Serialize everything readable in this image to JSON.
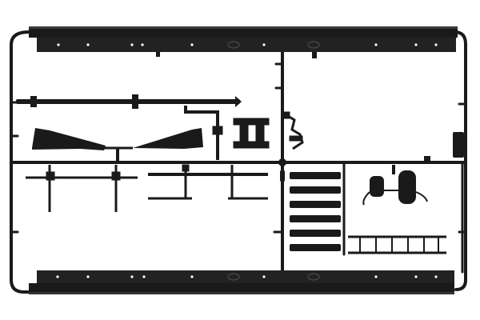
{
  "scene": {
    "background": "#ffffff",
    "plastic_color": "#1a1a1a",
    "highlight_color": "#3a3a3a",
    "subject": "sprue-tree-model-kit-parts"
  },
  "parts": {
    "top_rail": "chassis-frame-rail",
    "bottom_rail": "chassis-frame-rail",
    "driveshaft": "driveshaft",
    "mudguards": "mudguard-pair",
    "crossmember": "rear-crossmember-assembly",
    "bars": "step-bars",
    "ladder": "ladder-step",
    "mirrors": "mirror-pair"
  }
}
